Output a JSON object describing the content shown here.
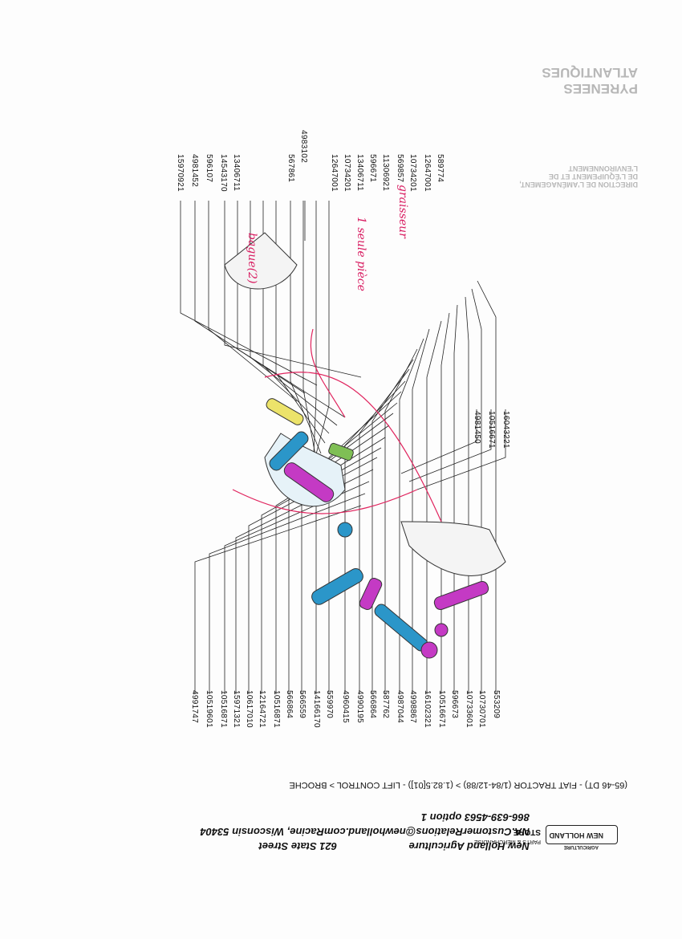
{
  "header": {
    "company": "New Holland Agriculture",
    "street": "621 State Street",
    "email_city": "NA.CustomerRelations@newholland.comRacine, Wisconsin 53404",
    "phone": "866-639-4563 option 1",
    "breadcrumb": "(65-46 DT) - FIAT TRACTOR (1/84-12/88) > (1.82.5[01]) - LIFT CONTROL > BROCHE"
  },
  "logo": {
    "brand": "NEW HOLLAND",
    "tagline": "AGRICULTURE",
    "store_caption": "PARTS & MERCHANDISE",
    "store_name": "STORE"
  },
  "watermark": {
    "region": "PYRENEES ATLANTIQUES",
    "direction": "DIRECTION DE L'AMÉNAGEMENT, DE L'ÉQUIPEMENT ET DE L'ENVIRONNEMENT"
  },
  "annotations": {
    "seule_piece": "1 seule pièce",
    "graisseur": "graisseur",
    "bague": "bague(2)"
  },
  "parts": {
    "top_left_column": [
      "15970921",
      "4981452",
      "596107",
      "14543170",
      "13406711",
      "4983102",
      "567861",
      "12647001",
      "10734201",
      "13406711",
      "596671",
      "11306921",
      "569857",
      "10734201",
      "12647001",
      "589774"
    ],
    "top_right_column": [
      "16043221",
      "10516671",
      "4981450"
    ],
    "bottom_column": [
      "553209",
      "10730701",
      "10733601",
      "596673",
      "10516671",
      "16102321",
      "4998867",
      "4987044",
      "587762",
      "566864",
      "4990195",
      "4960415",
      "559970",
      "14166170",
      "566559",
      "566864",
      "10516871",
      "12164721",
      "10617010",
      "15971321",
      "10516871",
      "10519601",
      "4991747"
    ]
  },
  "colors": {
    "blue": "#2b96c9",
    "magenta": "#c43ac4",
    "yellow": "#ece36a",
    "green": "#7fbf55",
    "annotation_red": "#e0245e"
  }
}
